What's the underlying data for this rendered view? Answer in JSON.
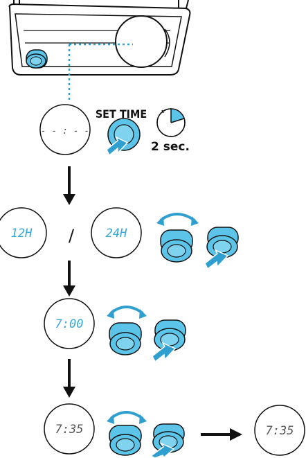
{
  "steps": {
    "step1": {
      "display": "- - : - -",
      "set_time_label": "SET TIME",
      "hold_duration": "2 sec."
    },
    "step2": {
      "display_12h": "12H",
      "separator": "/",
      "display_24h": "24H"
    },
    "step3": {
      "display": "7:00"
    },
    "step4": {
      "display": "7:35",
      "result_display": "7:35"
    }
  },
  "colors": {
    "accent": "#5bc4e8",
    "accent_dark": "#2f9fcf",
    "line": "#111111"
  },
  "icons": {
    "radio_device": "radio-device-icon",
    "press": "press-arrow-icon",
    "rotate": "rotate-arrow-icon",
    "timer": "timer-icon",
    "flow": "down-arrow-icon"
  }
}
